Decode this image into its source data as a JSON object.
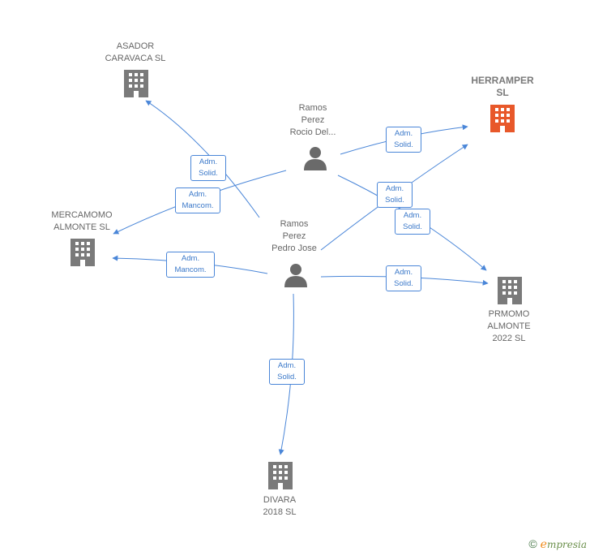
{
  "nodes": {
    "asador": {
      "label": "ASADOR\nCARAVACA  SL",
      "kind": "company"
    },
    "herramper": {
      "label": "HERRAMPER\nSL",
      "kind": "company-highlight"
    },
    "mercamomo": {
      "label": "MERCAMOMO\nALMONTE  SL",
      "kind": "company"
    },
    "prmomo": {
      "label": "PRMOMO\nALMONTE\n2022  SL",
      "kind": "company"
    },
    "divara": {
      "label": "DIVARA\n2018  SL",
      "kind": "company"
    },
    "rocio": {
      "label": "Ramos\nPerez\nRocio Del...",
      "kind": "person"
    },
    "pedro": {
      "label": "Ramos\nPerez\nPedro Jose",
      "kind": "person"
    }
  },
  "edges": [
    {
      "id": "rocio-herramper",
      "label": "Adm.\nSolid."
    },
    {
      "id": "rocio-mercamomo",
      "label": "Adm.\nMancom."
    },
    {
      "id": "rocio-prmomo",
      "label": "Adm.\nSolid."
    },
    {
      "id": "pedro-asador",
      "label": "Adm.\nSolid."
    },
    {
      "id": "pedro-herramper",
      "label": "Adm.\nSolid."
    },
    {
      "id": "pedro-mercamomo",
      "label": "Adm.\nMancom."
    },
    {
      "id": "pedro-prmomo",
      "label": "Adm.\nSolid."
    },
    {
      "id": "pedro-divara",
      "label": "Adm.\nSolid."
    }
  ],
  "colors": {
    "edge": "#4a86d8",
    "company": "#7a7a7a",
    "highlight": "#e8582a",
    "person": "#6a6a6a"
  },
  "footer": {
    "copyright": "©",
    "brand_initial": "e",
    "brand_rest": "mpresia"
  }
}
